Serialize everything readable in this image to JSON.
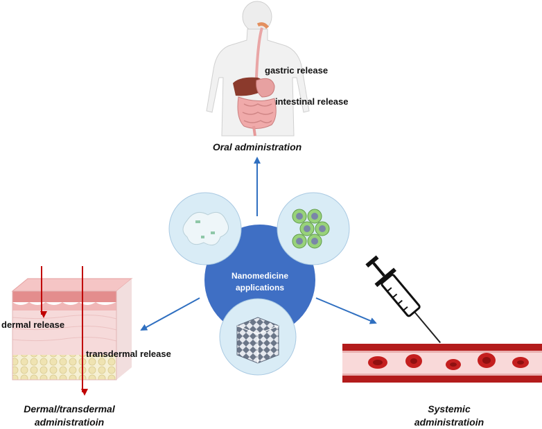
{
  "center": {
    "line1": "Nanomedicine",
    "line2": "applications"
  },
  "oral": {
    "title": "Oral administration",
    "labels": {
      "gastric": "gastric release",
      "intestinal": "intestinal release"
    }
  },
  "dermal": {
    "title_line1": "Dermal/transdermal",
    "title_line2": "administratioin",
    "labels": {
      "dermal": "dermal release",
      "transdermal": "transdermal release"
    }
  },
  "systemic": {
    "title_line1": "Systemic",
    "title_line2": "administratioin"
  },
  "colors": {
    "center_circle": "#3f6fc4",
    "satellite_circle": "#d9ecf6",
    "arrow_blue": "#2f6fc0",
    "arrow_red": "#c00000",
    "vessel": "#b31b1b",
    "vessel_lumen": "#f9d9d9",
    "skin_top": "#e8a3a3",
    "skin_dermis": "#f4cfcf",
    "fat": "#f3ecc9",
    "nanotube": "#98d27a"
  },
  "icons": [
    "human-body-icon",
    "nanoparticle-icon",
    "nanotube-bundle-icon",
    "nanostructure-lattice-icon",
    "skin-section-icon",
    "syringe-icon",
    "blood-vessel-icon"
  ]
}
